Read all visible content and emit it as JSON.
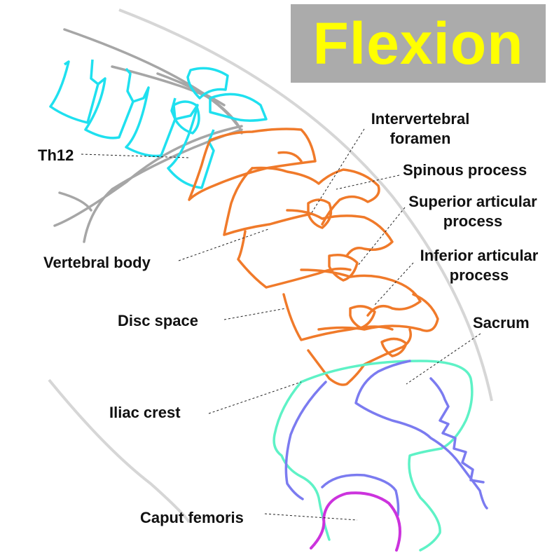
{
  "title": "Flexion",
  "colors": {
    "lumbar": "#f07a2a",
    "thoracic": "#1fe0ef",
    "ribs": "#a6a6a6",
    "skin": "#d6d6d6",
    "iliac": "#5ef2c6",
    "sacrum": "#7b7bf0",
    "femur": "#cc33dd",
    "titleBg": "#ababab",
    "titleText": "#ffff00"
  },
  "labels": {
    "th12": "Th12",
    "vertebral_body": "Vertebral body",
    "disc_space": "Disc space",
    "iliac_crest": "Iliac crest",
    "caput_femoris": "Caput femoris",
    "intervertebral_foramen": [
      "Intervertebral",
      "foramen"
    ],
    "spinous_process": "Spinous process",
    "superior_articular_process": [
      "Superior articular",
      "process"
    ],
    "inferior_articular_process": [
      "Inferior articular",
      "process"
    ],
    "sacrum": "Sacrum"
  }
}
